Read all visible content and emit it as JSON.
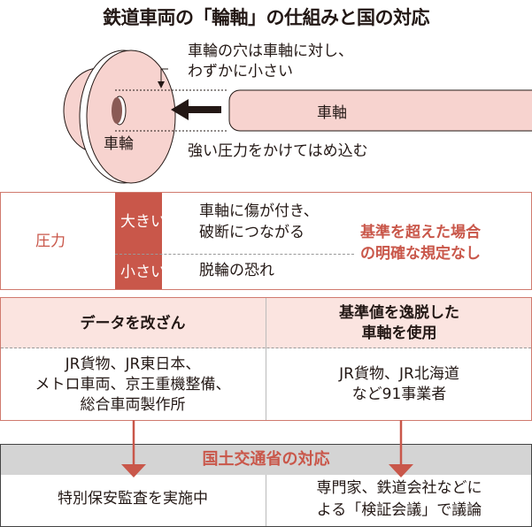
{
  "title": "鉄道車両の「輪軸」の仕組みと国の対応",
  "diagram": {
    "hole_note": [
      "車輪の穴は車軸に対し、",
      "わずかに小さい"
    ],
    "axle_label": "車軸",
    "wheel_label": "車輪",
    "press_note": "強い圧力をかけてはめ込む"
  },
  "pressure_table": {
    "label": "圧力",
    "rows": [
      {
        "level": "大きい",
        "effect": [
          "車軸に傷が付き、",
          "破断につながる"
        ]
      },
      {
        "level": "小さい",
        "effect": [
          "脱輪の恐れ"
        ]
      }
    ],
    "note": [
      "基準を超えた場合",
      "の明確な規定なし"
    ]
  },
  "violations": [
    {
      "header": [
        "データを改ざん"
      ],
      "body": [
        "JR貨物、JR東日本、",
        "メトロ車両、京王重機整備、",
        "総合車両製作所"
      ]
    },
    {
      "header": [
        "基準値を逸脱した",
        "車軸を使用"
      ],
      "body": [
        "JR貨物、JR北海道",
        "など91事業者"
      ]
    }
  ],
  "response": {
    "header": "国土交通省の対応",
    "items": [
      [
        "特別保安監査を実施中"
      ],
      [
        "専門家、鉄道会社などに",
        "よる「検証会議」で議論"
      ]
    ]
  },
  "colors": {
    "accent": "#c9574a",
    "pink": "#fbe4e0",
    "gray": "#d4d4d4"
  }
}
